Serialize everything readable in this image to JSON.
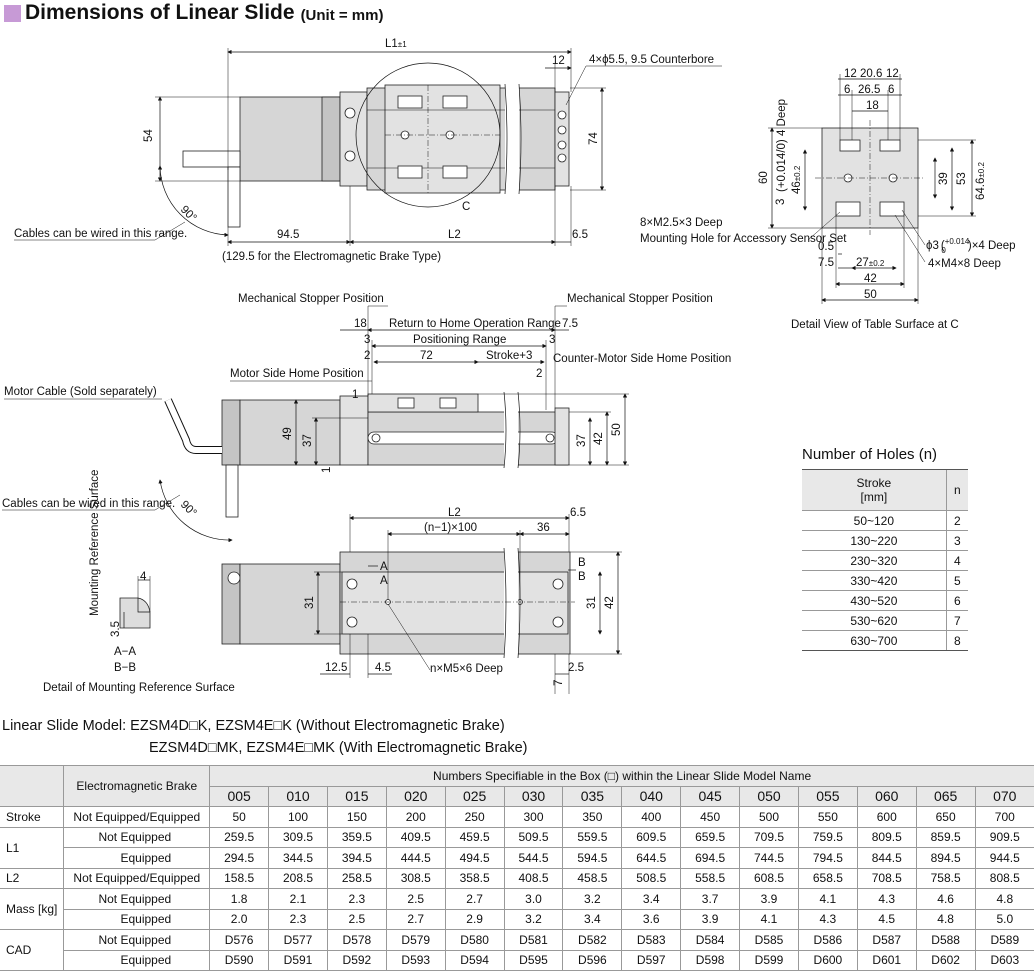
{
  "title": "Dimensions of Linear Slide",
  "unit": "(Unit = mm)",
  "top_view": {
    "dims": {
      "L1": "L1",
      "L1_tol": "±1",
      "d12": "12",
      "d54": "54",
      "d74": "74",
      "d94_5": "94.5",
      "L2": "L2",
      "d6_5": "6.5",
      "d90": "90°",
      "C": "C"
    },
    "counterbore": "4×ϕ5.5, 9.5 Counterbore",
    "cable_note": "Cables can be wired in this range.",
    "brake_note": "(129.5 for the Electromagnetic Brake Type)"
  },
  "detail_c": {
    "dims": {
      "t12a": "12",
      "t20_6": "20.6",
      "t12b": "12",
      "t6a": "6",
      "t26_5": "26.5",
      "t6b": "6",
      "t18": "18",
      "d60": "60",
      "d3": "3",
      "d46": "46",
      "d46_tol": "±0.2",
      "d4deep": "(+0.014/0) 4 Deep",
      "d39": "39",
      "d53": "53",
      "d64_6": "64.6",
      "d64_6_tol": "±0.2",
      "b0_5": "0.5",
      "b7_5": "7.5",
      "b27": "27",
      "b27_tol": "±0.2",
      "b42": "42",
      "b50": "50"
    },
    "mount_hole": "8×M2.5×3 Deep",
    "sensor_note": "Mounting Hole for Accessory Sensor Set",
    "phi3": "ϕ3",
    "phi3_tol_top": "+0.014",
    "phi3_tol_bot": "0",
    "phi3_tail": "×4 Deep",
    "m4": "4×M4×8 Deep",
    "caption": "Detail View of Table Surface at C"
  },
  "side_view": {
    "mech_stop_left": "Mechanical Stopper Position",
    "mech_stop_right": "Mechanical Stopper Position",
    "return_range": "Return to Home Operation Range",
    "pos_range": "Positioning Range",
    "motor_home": "Motor Side Home Position",
    "counter_home": "Counter-Motor Side Home Position",
    "motor_cable": "Motor Cable (Sold separately)",
    "cable_note": "Cables can be wired in this range.",
    "dims": {
      "s18": "18",
      "s7_5": "7.5",
      "s3a": "3",
      "s3b": "3",
      "s2a": "2",
      "s72": "72",
      "stroke": "Stroke+3",
      "s2b": "2",
      "s1a": "1",
      "s1b": "1",
      "s49": "49",
      "s37a": "37",
      "s37b": "37",
      "s42": "42",
      "s50": "50",
      "s90": "90°"
    }
  },
  "bottom_view": {
    "dims": {
      "L2": "L2",
      "n100": "(n−1)×100",
      "d36": "36",
      "d6_5": "6.5",
      "d31a": "31",
      "d31b": "31",
      "d42": "42",
      "d12_5": "12.5",
      "d4_5": "4.5",
      "d2_5": "2.5",
      "d7": "7",
      "A1": "A",
      "A2": "A",
      "B1": "B",
      "B2": "B"
    },
    "hole_note": "n×M5×6 Deep"
  },
  "mount_detail": {
    "vertical_label": "Mounting Reference Surface",
    "d4": "4",
    "d3_5": "3.5",
    "aa": "A−A",
    "bb": "B−B",
    "caption": "Detail of Mounting Reference Surface"
  },
  "holes_table": {
    "title": "Number of Holes (n)",
    "col_stroke": "Stroke",
    "col_stroke_unit": "[mm]",
    "col_n": "n",
    "rows": [
      {
        "stroke": "50~120",
        "n": "2"
      },
      {
        "stroke": "130~220",
        "n": "3"
      },
      {
        "stroke": "230~320",
        "n": "4"
      },
      {
        "stroke": "330~420",
        "n": "5"
      },
      {
        "stroke": "430~520",
        "n": "6"
      },
      {
        "stroke": "530~620",
        "n": "7"
      },
      {
        "stroke": "630~700",
        "n": "8"
      }
    ]
  },
  "model_line_1": "Linear Slide Model: EZSM4D□K, EZSM4E□K (Without Electromagnetic Brake)",
  "model_line_2": "EZSM4D□MK, EZSM4E□MK (With Electromagnetic Brake)",
  "spec_table": {
    "brake_header": "Electromagnetic Brake",
    "numbers_header": "Numbers Specifiable in the Box (□) within the Linear Slide Model Name",
    "codes": [
      "005",
      "010",
      "015",
      "020",
      "025",
      "030",
      "035",
      "040",
      "045",
      "050",
      "055",
      "060",
      "065",
      "070"
    ],
    "rows": [
      {
        "label": "Stroke",
        "brake": "Not Equipped/Equipped",
        "values": [
          "50",
          "100",
          "150",
          "200",
          "250",
          "300",
          "350",
          "400",
          "450",
          "500",
          "550",
          "600",
          "650",
          "700"
        ]
      },
      {
        "label": "L1",
        "brake": "Not Equipped",
        "values": [
          "259.5",
          "309.5",
          "359.5",
          "409.5",
          "459.5",
          "509.5",
          "559.5",
          "609.5",
          "659.5",
          "709.5",
          "759.5",
          "809.5",
          "859.5",
          "909.5"
        ]
      },
      {
        "label": "",
        "brake": "Equipped",
        "values": [
          "294.5",
          "344.5",
          "394.5",
          "444.5",
          "494.5",
          "544.5",
          "594.5",
          "644.5",
          "694.5",
          "744.5",
          "794.5",
          "844.5",
          "894.5",
          "944.5"
        ]
      },
      {
        "label": "L2",
        "brake": "Not Equipped/Equipped",
        "values": [
          "158.5",
          "208.5",
          "258.5",
          "308.5",
          "358.5",
          "408.5",
          "458.5",
          "508.5",
          "558.5",
          "608.5",
          "658.5",
          "708.5",
          "758.5",
          "808.5"
        ]
      },
      {
        "label": "Mass [kg]",
        "brake": "Not Equipped",
        "values": [
          "1.8",
          "2.1",
          "2.3",
          "2.5",
          "2.7",
          "3.0",
          "3.2",
          "3.4",
          "3.7",
          "3.9",
          "4.1",
          "4.3",
          "4.6",
          "4.8"
        ]
      },
      {
        "label": "",
        "brake": "Equipped",
        "values": [
          "2.0",
          "2.3",
          "2.5",
          "2.7",
          "2.9",
          "3.2",
          "3.4",
          "3.6",
          "3.9",
          "4.1",
          "4.3",
          "4.5",
          "4.8",
          "5.0"
        ]
      },
      {
        "label": "CAD",
        "brake": "Not Equipped",
        "values": [
          "D576",
          "D577",
          "D578",
          "D579",
          "D580",
          "D581",
          "D582",
          "D583",
          "D584",
          "D585",
          "D586",
          "D587",
          "D588",
          "D589"
        ]
      },
      {
        "label": "",
        "brake": "Equipped",
        "values": [
          "D590",
          "D591",
          "D592",
          "D593",
          "D594",
          "D595",
          "D596",
          "D597",
          "D598",
          "D599",
          "D600",
          "D601",
          "D602",
          "D603"
        ]
      }
    ]
  }
}
